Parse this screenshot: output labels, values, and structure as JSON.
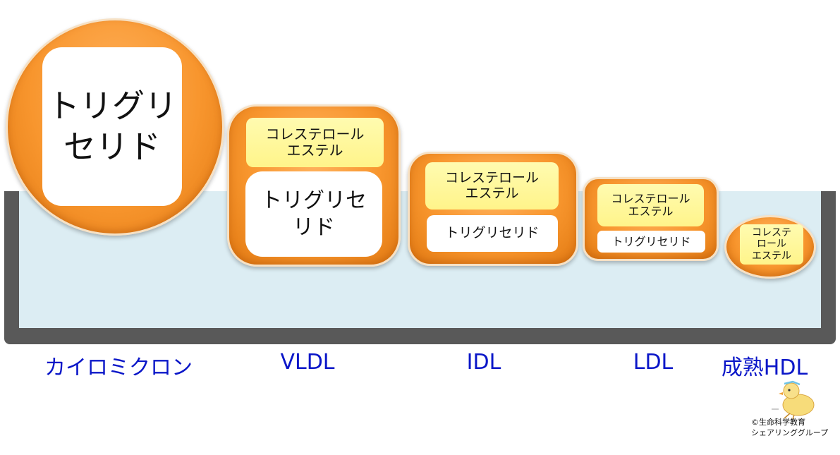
{
  "particles": {
    "chylomicron": {
      "core": "トリグリ\nセリド",
      "label": "カイロミクロン"
    },
    "vldl": {
      "ester": "コレステロール\nエステル",
      "core": "トリグリセ\nリド",
      "label": "VLDL"
    },
    "idl": {
      "ester": "コレステロール\nエステル",
      "core": "トリグリセリド",
      "label": "IDL"
    },
    "ldl": {
      "ester": "コレステロール\nエステル",
      "core": "トリグリセリド",
      "label": "LDL"
    },
    "hdl": {
      "ester": "コレステ\nロール\nエステル",
      "label": "成熟HDL"
    }
  },
  "credit": {
    "line1": "©生命科学教育",
    "line2": "シェアリンググループ"
  },
  "colors": {
    "orange": "#f8962e",
    "yellow": "#fff48a",
    "label_blue": "#0a16c8",
    "tank_gray": "#595959",
    "water": "#dcedf3"
  }
}
